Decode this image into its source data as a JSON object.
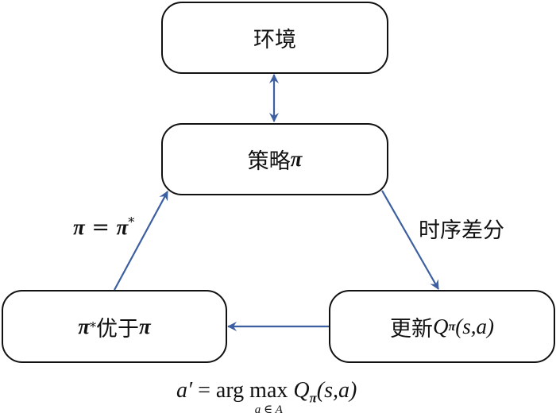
{
  "nodes": {
    "environment": {
      "text": "环境"
    },
    "policy": {
      "text": "策略",
      "symbol": "π"
    },
    "better": {
      "symbol_left": "π",
      "sup": "*",
      "text": "优于",
      "symbol_right": "π"
    },
    "update": {
      "text": "更新",
      "q": "Q",
      "sub": "π",
      "args": "(s,a)"
    }
  },
  "edges": {
    "env_policy": {
      "label": "",
      "direction": "bidirectional"
    },
    "policy_update": {
      "label": "时序差分"
    },
    "update_better": {
      "label": ""
    },
    "better_policy": {
      "lhs": "π",
      "eq": " = ",
      "rhs": "π",
      "sup": "*"
    }
  },
  "formula": {
    "lhs": "a′",
    "eq": " = arg ",
    "op": "max",
    "under": "a ∈ A",
    "q": " Q",
    "sub": "π",
    "args": "(s,a)"
  },
  "colors": {
    "arrow": "#3b5fa0",
    "box_border": "#111111"
  }
}
